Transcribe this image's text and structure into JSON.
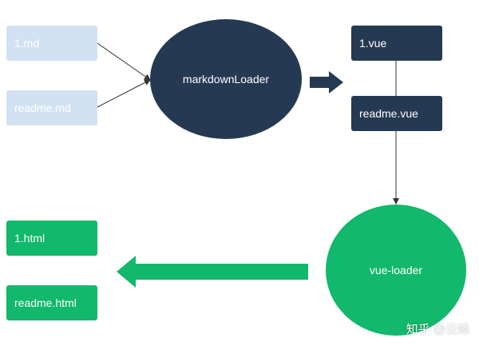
{
  "inputs": {
    "md1": "1.md",
    "readme_md": "readme.md"
  },
  "loaders": {
    "markdown": "markdownLoader",
    "vue": "vue-loader"
  },
  "intermediates": {
    "vue1": "1.vue",
    "readme_vue": "readme.vue"
  },
  "outputs": {
    "html1": "1.html",
    "readme_html": "readme.html"
  },
  "colors": {
    "light_box": "#d2e2f3",
    "dark": "#253a52",
    "green": "#12b86b"
  },
  "watermark": "知乎 @云峰"
}
